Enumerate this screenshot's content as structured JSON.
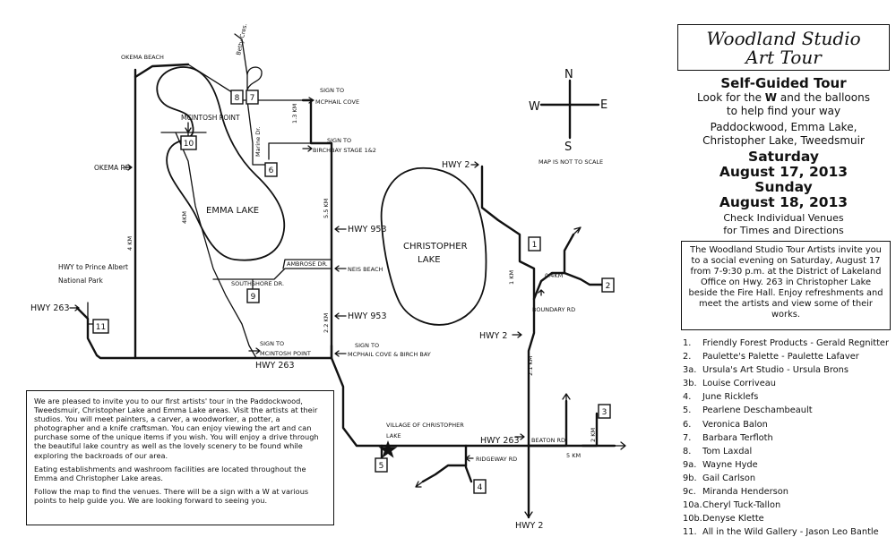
{
  "title": {
    "line1": "Woodland Studio",
    "line2": "Art Tour"
  },
  "tour_info": {
    "heading": "Self-Guided Tour",
    "look_for_prefix": "Look for the",
    "look_for_symbol": "W",
    "look_for_suffix": "and the balloons",
    "look_for_line2": "to help find your way",
    "area_line1": "Paddockwood, Emma Lake,",
    "area_line2": "Christopher Lake, Tweedsmuir",
    "day1": "Saturday",
    "date1": "August 17, 2013",
    "day2": "Sunday",
    "date2": "August 18, 2013",
    "check_line1": "Check Individual Venues",
    "check_line2": "for Times and Directions"
  },
  "invitation": "The Woodland Studio Tour Artists invite you to a social evening on Saturday, August 17 from 7-9:30 p.m. at the District of Lakeland Office on Hwy. 263 in Christopher Lake beside the Fire Hall. Enjoy refreshments and meet the artists and view some of their works.",
  "artists": [
    {
      "num": "1.",
      "name": "Friendly Forest Products - Gerald Regnitter"
    },
    {
      "num": "2.",
      "name": "Paulette's Palette - Paulette Lafaver"
    },
    {
      "num": "3a.",
      "name": "Ursula's Art Studio - Ursula Brons"
    },
    {
      "num": "3b.",
      "name": "Louise Corriveau"
    },
    {
      "num": "4.",
      "name": "June Ricklefs"
    },
    {
      "num": "5.",
      "name": "Pearlene Deschambeault"
    },
    {
      "num": "6.",
      "name": "Veronica Balon"
    },
    {
      "num": "7.",
      "name": "Barbara Terfloth"
    },
    {
      "num": "8.",
      "name": "Tom Laxdal"
    },
    {
      "num": "9a.",
      "name": "Wayne Hyde"
    },
    {
      "num": "9b.",
      "name": "Gail Carlson"
    },
    {
      "num": "9c.",
      "name": "Miranda Henderson"
    },
    {
      "num": "10a.",
      "name": "Cheryl Tuck-Tallon"
    },
    {
      "num": "10b.",
      "name": "Denyse Klette"
    },
    {
      "num": "11.",
      "name": "All in the Wild Gallery - Jason Leo Bantle"
    }
  ],
  "welcome": {
    "p1": "We are pleased to invite you to our first artists' tour in the Paddockwood, Tweedsmuir, Christopher Lake and Emma Lake areas. Visit the artists at their studios. You will meet painters, a carver, a woodworker, a potter, a photographer and a knife craftsman. You can enjoy viewing the art and can purchase some of the unique items if you wish. You will enjoy a drive through the beautiful lake country as well as the lovely scenery to be found while exploring the backroads of our area.",
    "p2": "Eating establishments and washroom facilities are located throughout the Emma and Christopher Lake areas.",
    "p3": "Follow the map to find the venues. There will be a sign with a W at various points to help guide you. We are looking forward to seeing you."
  },
  "compass": {
    "n": "N",
    "s": "S",
    "e": "E",
    "w": "W"
  },
  "map_note": "MAP IS NOT TO SCALE",
  "lakes": {
    "emma": "EMMA LAKE",
    "christopher_1": "CHRISTOPHER",
    "christopher_2": "LAKE"
  },
  "map_labels": {
    "okema_beach": "OKEMA BEACH",
    "betty_cres": "Betty Cres.",
    "sign_mcphail_1": "SIGN TO",
    "sign_mcphail_2": "MCPHAIL COVE",
    "mcintosh_point": "MCINTOSH POINT",
    "dist_1_3": "1.3 KM",
    "sign_birchbay_1": "SIGN TO",
    "sign_birchbay_2": "BIRCHBAY STAGE 1&2",
    "marine_dr": "Marine Dr.",
    "okema_rd": "OKEMA RD",
    "dist_4_west": "4 KM",
    "dist_4_inner": "4KM",
    "dist_5_5": "5.5 KM",
    "hwy953_a": "HWY 953",
    "ambrose_dr": "AMBROSE DR.",
    "neis_beach": "NEIS BEACH",
    "southshore_dr": "SOUTHSHORE DR.",
    "hwy953_b": "HWY 953",
    "dist_2_2": "2.2 KM",
    "hwy_pa_1": "HWY to Prince Albert",
    "hwy_pa_2": "National Park",
    "hwy263_west": "HWY 263",
    "sign_mcintosh_1": "SIGN TO",
    "sign_mcintosh_2": "MCINTOSH POINT",
    "sign_birch_1": "SIGN TO",
    "sign_birch_2": "MCPHAIL COVE & BIRCH BAY",
    "hwy263_mid": "HWY 263",
    "hwy2_top": "HWY 2",
    "dist_1_km": "1 KM",
    "dist_0_4": "0.4KM",
    "boundary_rd": "BOUNDARY RD",
    "hwy2_mid": "HWY 2",
    "dist_2_1": "2.1 KM",
    "village_1": "VILLAGE OF CHRISTOPHER",
    "village_2": "LAKE",
    "hwy263_east": "HWY 263",
    "beaton_rd": "BEATON RD",
    "dist_2_km": "2 KM",
    "dist_5_km": "5 KM",
    "ridgeway_rd": "RIDGEWAY RD",
    "hwy2_bottom": "HWY 2"
  },
  "markers": [
    "1",
    "2",
    "3",
    "4",
    "5",
    "6",
    "7",
    "8",
    "9",
    "10",
    "11"
  ]
}
